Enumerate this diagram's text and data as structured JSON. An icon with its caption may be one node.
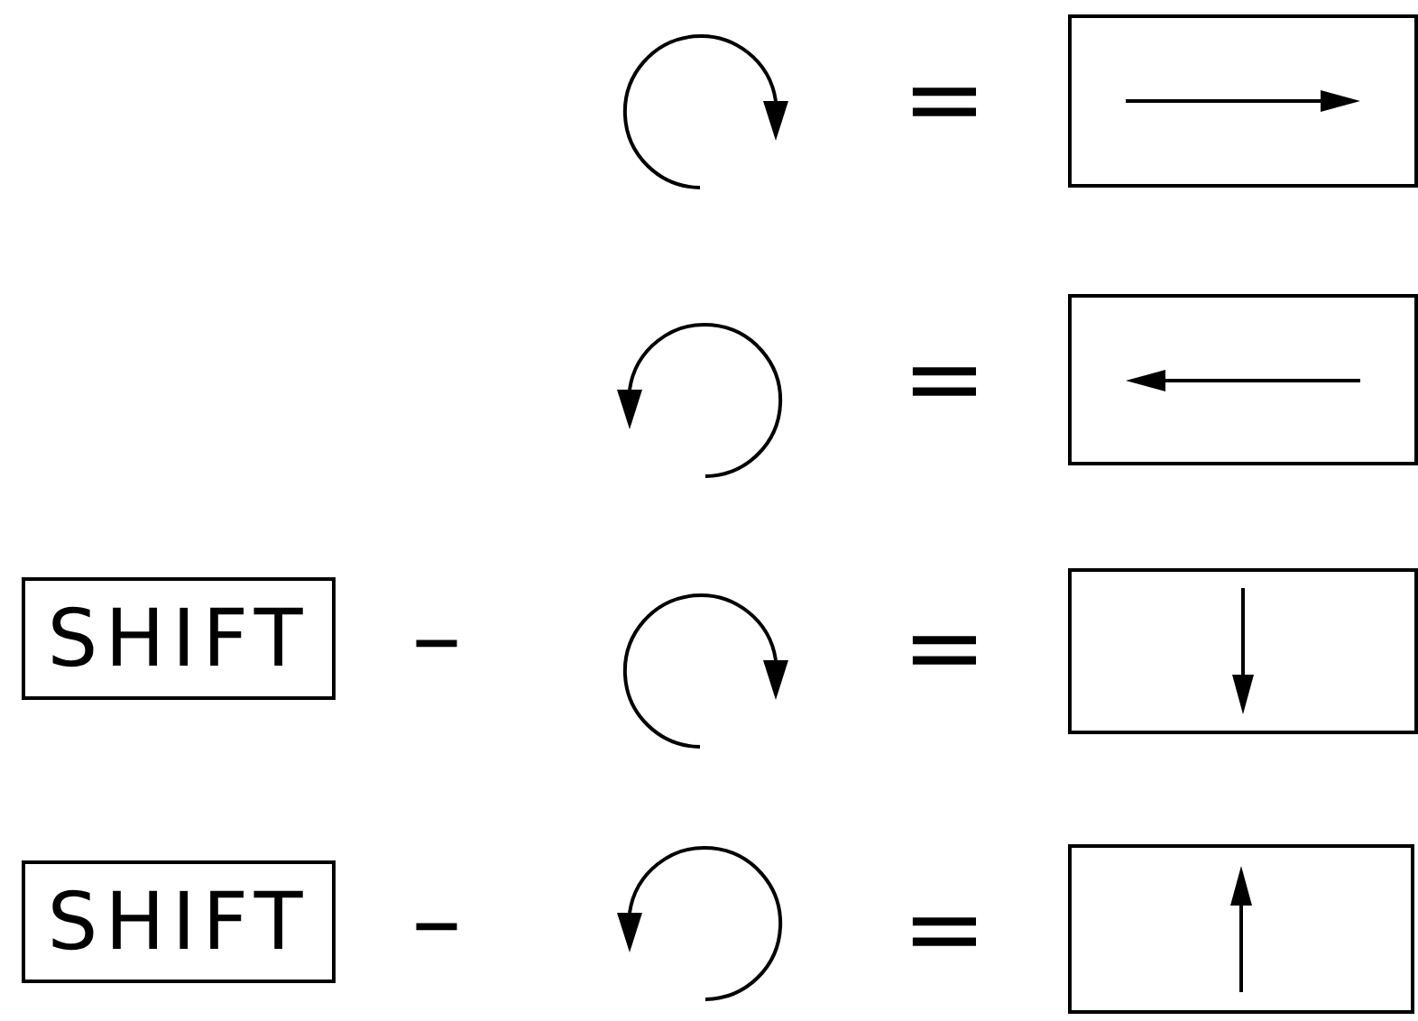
{
  "diagram": {
    "nodes": [
      {
        "text": [],
        "shape": "box"
      },
      {
        "text": [],
        "shape": "box"
      },
      {
        "text": [
          "SHIFT"
        ]
      },
      {
        "text": [],
        "shape": "box"
      },
      {
        "text": [
          "SHIFT"
        ]
      },
      {
        "text": [],
        "shape": "box"
      }
    ],
    "labels": [
      "=",
      "=",
      "–",
      "=",
      "–",
      "="
    ]
  }
}
